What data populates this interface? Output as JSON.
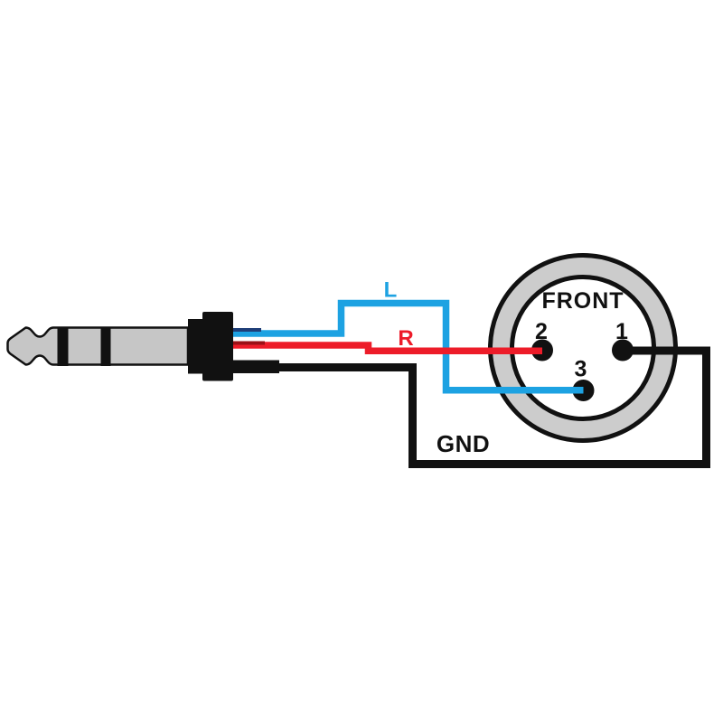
{
  "labels": {
    "left": "L",
    "right": "R",
    "ground": "GND",
    "front": "FRONT",
    "pin1": "1",
    "pin2": "2",
    "pin3": "3"
  },
  "colors": {
    "left_wire": "#1da2e2",
    "left_wire_dark": "#1f3e78",
    "right_wire": "#ed1c29",
    "right_wire_dark": "#9b1016",
    "ground_wire": "#111111",
    "plug_body": "#c6c6c6",
    "xlr_ring": "#cccccc",
    "inner_face": "#ffffff",
    "outline": "#111111",
    "background": "#ffffff"
  }
}
